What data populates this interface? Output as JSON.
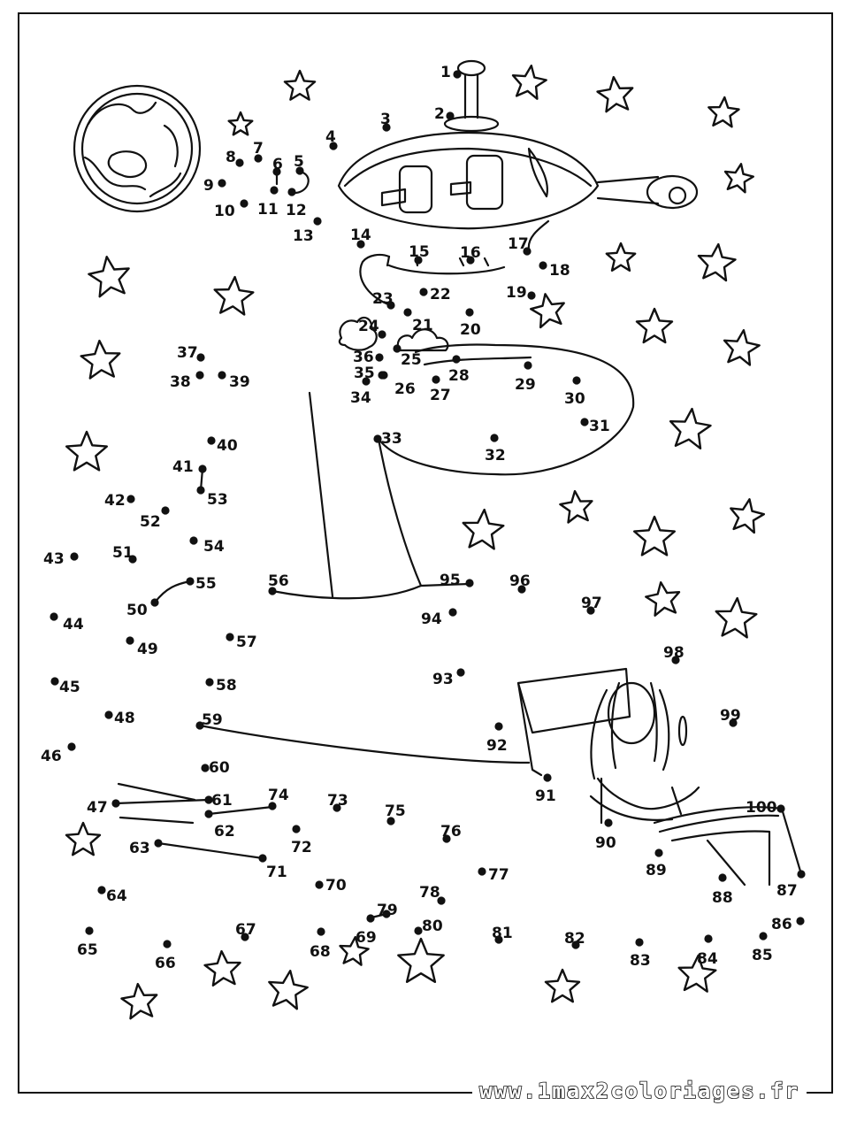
{
  "watermark": "www.1max2coloriages.fr",
  "colors": {
    "ink": "#111111",
    "paper": "#ffffff"
  },
  "puzzle": {
    "type": "connect-the-dots",
    "first_number": 1,
    "last_number": 100
  },
  "icons": [
    "planet-icon",
    "spaceship-icon",
    "girl-figure",
    "cloud-icon",
    "star-icon"
  ]
}
